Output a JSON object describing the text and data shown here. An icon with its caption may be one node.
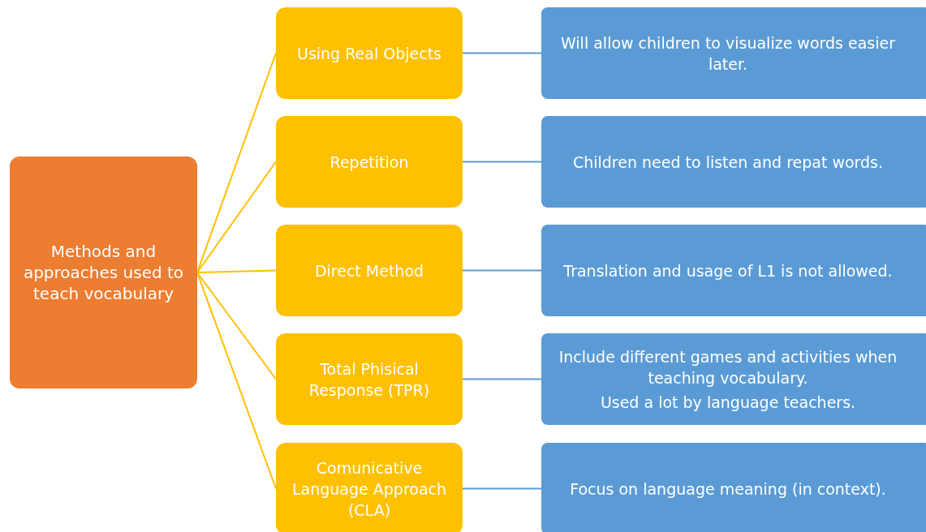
{
  "diagram": {
    "nodes": [
      {
        "text": [
          "Methods and approaches used to teach vocabulary"
        ]
      },
      {
        "text": [
          "Using Real Objects"
        ]
      },
      {
        "text": [
          "Repetition"
        ]
      },
      {
        "text": [
          "Direct Method"
        ]
      },
      {
        "text": [
          "Total Phisical Response (TPR)"
        ]
      },
      {
        "text": [
          "Comunicative Language Approach (CLA)"
        ]
      },
      {
        "text": [
          "Will allow children to visualize words easier later."
        ]
      },
      {
        "text": [
          "Children need to listen and repat words."
        ]
      },
      {
        "text": [
          "Translation and usage of L1 is not allowed."
        ]
      },
      {
        "text": [
          "Include different games and activities when teaching vocabulary.",
          "Used a lot by language teachers."
        ]
      },
      {
        "text": [
          "Focus on language meaning (in context)."
        ]
      }
    ],
    "edges": [
      {
        "from": 0,
        "to": 1,
        "arrow": "none",
        "color": "#ffc000"
      },
      {
        "from": 0,
        "to": 2,
        "arrow": "none",
        "color": "#ffc000"
      },
      {
        "from": 0,
        "to": 3,
        "arrow": "none",
        "color": "#ffc000"
      },
      {
        "from": 0,
        "to": 4,
        "arrow": "none",
        "color": "#ffc000"
      },
      {
        "from": 0,
        "to": 5,
        "arrow": "none",
        "color": "#ffc000"
      },
      {
        "from": 1,
        "to": 6,
        "arrow": "none",
        "color": "#5b9bd5"
      },
      {
        "from": 2,
        "to": 7,
        "arrow": "none",
        "color": "#5b9bd5"
      },
      {
        "from": 3,
        "to": 8,
        "arrow": "none",
        "color": "#5b9bd5"
      },
      {
        "from": 4,
        "to": 9,
        "arrow": "none",
        "color": "#5b9bd5"
      },
      {
        "from": 5,
        "to": 10,
        "arrow": "none",
        "color": "#5b9bd5"
      }
    ]
  }
}
